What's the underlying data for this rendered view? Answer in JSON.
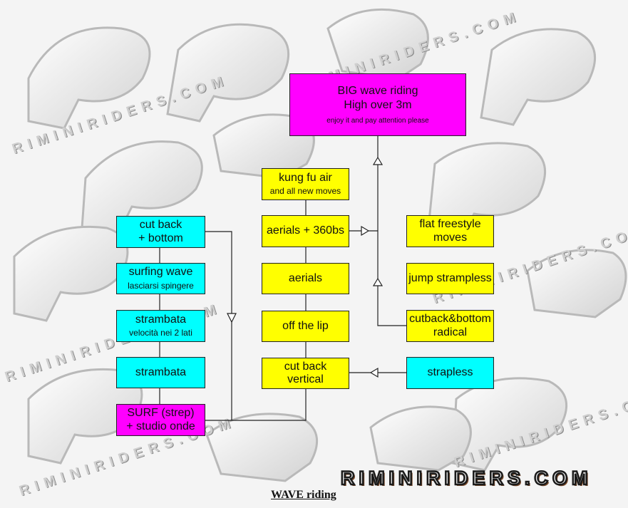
{
  "watermark": "RIMINIRIDERS.COM",
  "brand": "RIMINIRIDERS.COM",
  "caption": "WAVE riding",
  "colors": {
    "cyan": "#00ffff",
    "yellow": "#ffff00",
    "magenta": "#ff00ff",
    "line": "#222222"
  },
  "boxes": {
    "big_wave": {
      "line1": "BIG wave riding",
      "line2": "High over 3m",
      "line3": "enjoy it and pay attention please"
    },
    "kung_fu_air": {
      "line1": "kung fu air",
      "line2": "and all new moves"
    },
    "aerials_360": {
      "line1": "aerials + 360bs"
    },
    "aerials": {
      "line1": "aerials"
    },
    "off_the_lip": {
      "line1": "off the lip"
    },
    "cut_back_vertical": {
      "line1": "cut back",
      "line2": "vertical"
    },
    "cut_back_bottom": {
      "line1": "cut back",
      "line2": "+ bottom"
    },
    "surfing_wave": {
      "line1": "surfing wave",
      "line2": "lasciarsi spingere"
    },
    "strambata_lati": {
      "line1": "strambata",
      "line2": "velocità nei 2 lati"
    },
    "strambata": {
      "line1": "strambata"
    },
    "surf_strep": {
      "line1": "SURF (strep)",
      "line2": "+ studio onde"
    },
    "flat_freestyle": {
      "line1": "flat freestyle",
      "line2": "moves"
    },
    "jump_strampless": {
      "line1": "jump strampless"
    },
    "cutback_radical": {
      "line1": "cutback&bottom",
      "line2": "radical"
    },
    "strapless": {
      "line1": "strapless"
    }
  }
}
